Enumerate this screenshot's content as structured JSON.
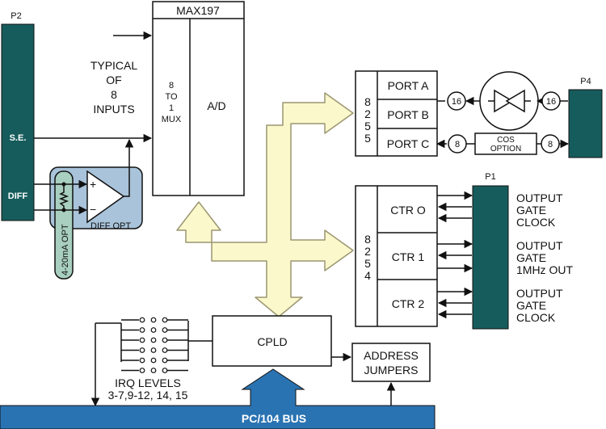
{
  "colors": {
    "connector": "#175c5c",
    "bus": "#2a73b2",
    "bus_arrow_fill": "#fbf8cc",
    "bus_arrow_stroke": "#9b9670",
    "diff_opt_bg": "#a8c3da",
    "opt_420_bg": "#a8cfc0"
  },
  "p2": {
    "label": "P2",
    "se_label": "S.E.",
    "diff_label": "DIFF"
  },
  "max197": {
    "title": "MAX197",
    "mux_lines": [
      "8",
      "TO",
      "1",
      "MUX"
    ],
    "ad_label": "A/D"
  },
  "inputs_label": [
    "TYPICAL",
    "OF",
    "8",
    "INPUTS"
  ],
  "diff_opt": {
    "label": "DIFF OPT",
    "plus": "+",
    "minus": "−",
    "opt_420": "4-20mA OPT"
  },
  "ppi": {
    "chip_digits": [
      "8",
      "2",
      "5",
      "5"
    ],
    "ports": [
      "PORT A",
      "PORT B",
      "PORT C"
    ]
  },
  "buffers": {
    "wide_count": "16",
    "narrow_count": "8",
    "cos_option": [
      "COS",
      "OPTION"
    ]
  },
  "p4": {
    "label": "P4"
  },
  "counter_chip": {
    "chip_digits": [
      "8",
      "2",
      "5",
      "4"
    ],
    "counters": [
      "CTR O",
      "CTR 1",
      "CTR 2"
    ]
  },
  "p1": {
    "label": "P1"
  },
  "counter_signals": [
    [
      "OUTPUT",
      "GATE",
      "CLOCK"
    ],
    [
      "OUTPUT",
      "GATE",
      "1MHz OUT"
    ],
    [
      "OUTPUT",
      "GATE",
      "CLOCK"
    ]
  ],
  "cpld": {
    "label": "CPLD"
  },
  "address_jumpers": {
    "label": [
      "ADDRESS",
      "JUMPERS"
    ]
  },
  "irq": {
    "label": [
      "IRQ LEVELS",
      "3-7,9-12, 14, 15"
    ]
  },
  "bus": {
    "label": "PC/104 BUS"
  }
}
